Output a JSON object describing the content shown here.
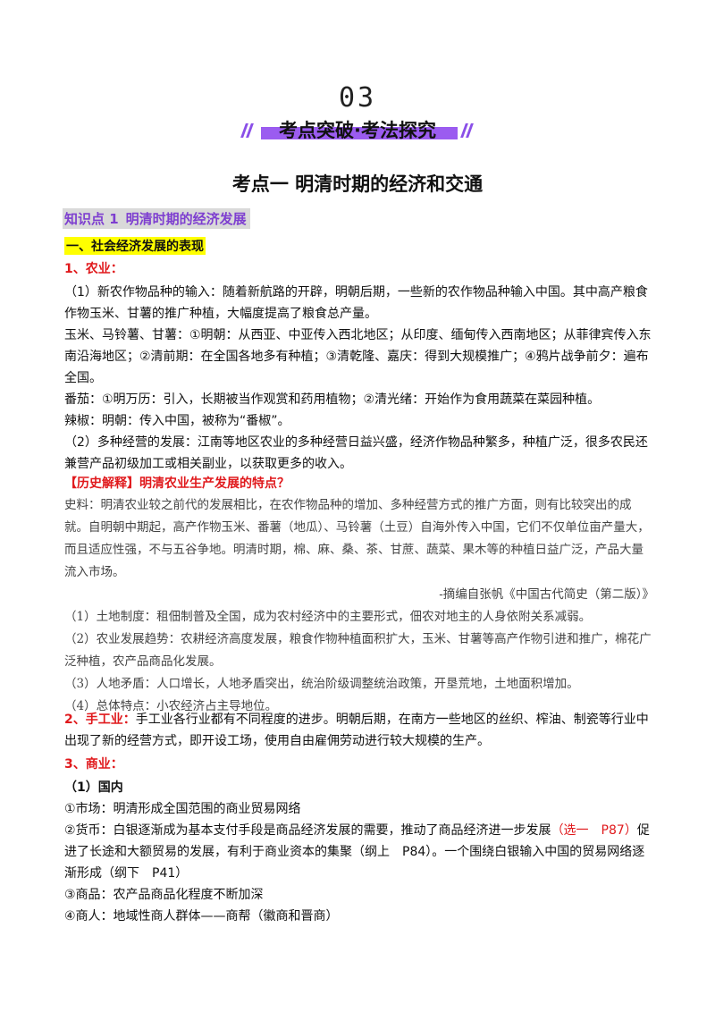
{
  "header": {
    "section_number": "03",
    "banner_title": "考点突破·考法探究"
  },
  "main": {
    "heading": "考点一  明清时期的经济和交通",
    "knowledge_point": {
      "label": "知识点 1",
      "title": "明清时期的经济发展"
    },
    "subsection": "一、社会经济发展的表现",
    "agriculture": {
      "heading": "1、农业：",
      "p1": "（1）新农作物品种的输入：随着新航路的开辟，明朝后期，一些新的农作物品种输入中国。其中高产粮食作物玉米、甘薯的推广种植，大幅度提高了粮食总产量。",
      "p2": "玉米、马铃薯、甘薯：①明朝：从西亚、中亚传入西北地区；从印度、缅甸传入西南地区；从菲律宾传入东南沿海地区；②清前期：在全国各地多有种植；③清乾隆、嘉庆：得到大规模推广；④鸦片战争前夕：遍布全国。",
      "p3": "番茄：①明万历：引入，长期被当作观赏和药用植物；②清光绪：开始作为食用蔬菜在菜园种植。",
      "p4": "辣椒：明朝：传入中国，被称为“番椒”。",
      "p5": "（2）多种经营的发展：江南等地区农业的多种经营日益兴盛，经济作物品种繁多，种植广泛，很多农民还兼营产品初级加工或相关副业，以获取更多的收入。"
    },
    "history_explain": {
      "heading": "【历史解释】明清农业生产发展的特点？",
      "source": "史料：明清农业较之前代的发展相比，在农作物品种的增加、多种经营方式的推广方面，则有比较突出的成就。自明朝中期起，高产作物玉米、番薯（地瓜）、马铃薯（土豆）自海外传入中国，它们不仅单位亩产量大，而且适应性强，不与五谷争地。明清时期，棉、麻、桑、茶、甘蔗、蔬菜、果木等的种植日益广泛，产品大量流入市场。",
      "citation": "-摘编自张帆《中国古代简史（第二版）》",
      "points": [
        "（1）土地制度：租佃制普及全国，成为农村经济中的主要形式，佃农对地主的人身依附关系减弱。",
        "（2）农业发展趋势：农耕经济高度发展，粮食作物种植面积扩大，玉米、甘薯等高产作物引进和推广，棉花广泛种植，农产品商品化发展。",
        "（3）人地矛盾：人口增长，人地矛盾突出，统治阶级调整统治政策，开垦荒地，土地面积增加。",
        "（4）总体特点：小农经济占主导地位。"
      ]
    },
    "handicraft": {
      "heading": "2、手工业：",
      "text": "手工业各行业都有不同程度的进步。明朝后期，在南方一些地区的丝织、榨油、制瓷等行业中出现了新的经营方式，即开设工场，使用自由雇佣劳动进行较大规模的生产。"
    },
    "commerce": {
      "heading": "3、商业：",
      "domestic": "（1）国内",
      "market": "①市场：明清形成全国范围的商业贸易网络",
      "currency_a": "②货币：白银逐渐成为基本支付手段是商品经济发展的需要，推动了商品经济进一步发展",
      "currency_ref": "（选一　P87）",
      "currency_b": "促进了长途和大额贸易的发展，有利于商业资本的集聚（纲上　P84）。一个围绕白银输入中国的贸易网络逐渐形成（纲下　P41）",
      "goods": "③商品：农产品商品化程度不断加深",
      "merchants": "④商人：地域性商人群体——商帮（徽商和晋商）"
    }
  }
}
